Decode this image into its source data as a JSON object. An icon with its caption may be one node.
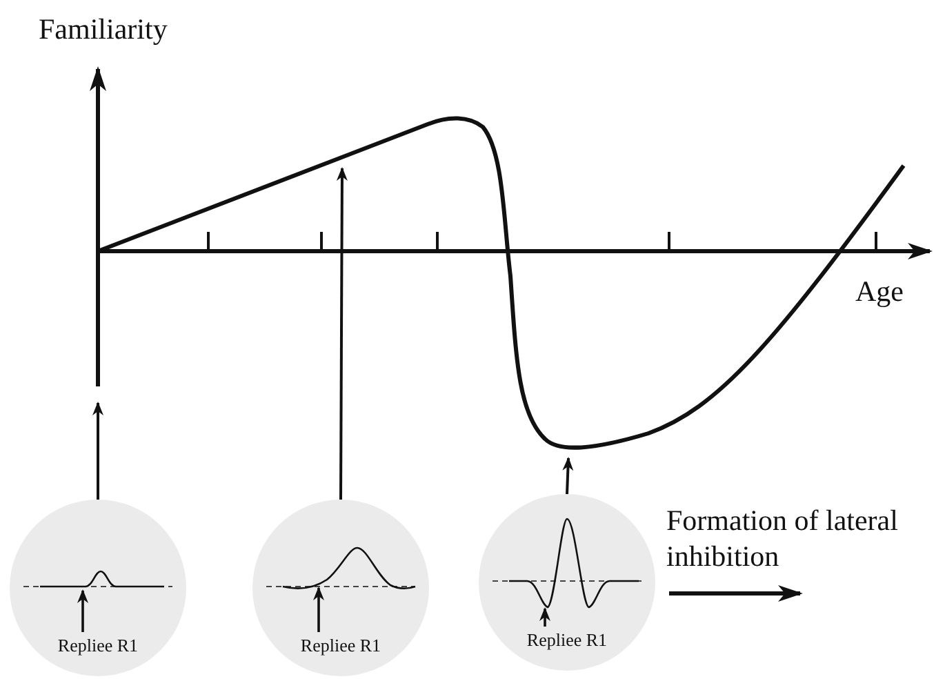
{
  "diagram": {
    "nodes": [
      {
        "text": [
          "Repliee R1"
        ]
      },
      {
        "text": [
          "Repliee R1"
        ]
      },
      {
        "text": [
          "Repliee R1"
        ]
      }
    ],
    "edges": [
      {
        "from": 0,
        "to": null,
        "arrow": "to"
      },
      {
        "from": 1,
        "to": null,
        "arrow": "to"
      },
      {
        "from": 2,
        "to": null,
        "arrow": "to"
      }
    ],
    "labels": [
      "Familiarity",
      "Age",
      "Formation of lateral inhibition"
    ]
  }
}
